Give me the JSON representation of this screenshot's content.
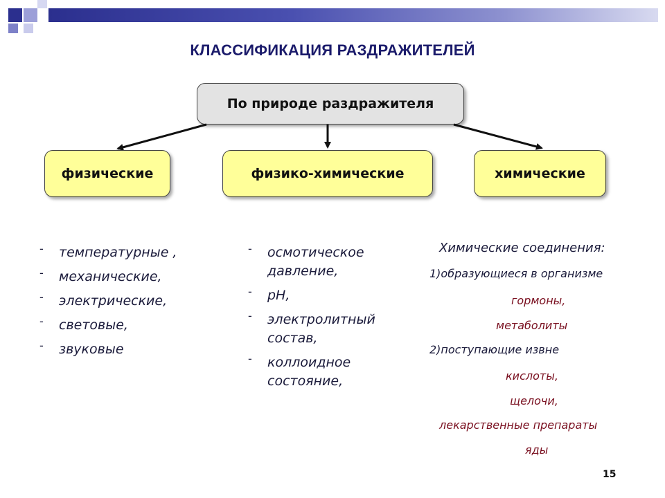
{
  "title": "КЛАССИФИКАЦИЯ РАЗДРАЖИТЕЛЕЙ",
  "root": {
    "label": "По природе раздражителя"
  },
  "categories": [
    {
      "label": "физические"
    },
    {
      "label": "физико-химические"
    },
    {
      "label": "химические"
    }
  ],
  "physical_list": {
    "items": [
      {
        "dash": "-",
        "text": "температурные ,"
      },
      {
        "dash": "-",
        "text": "механические,"
      },
      {
        "dash": "-",
        "text": "электрические,"
      },
      {
        "dash": "-",
        "text": "световые,"
      },
      {
        "dash": "-",
        "text": "звуковые"
      }
    ]
  },
  "physchem_list": {
    "items": [
      {
        "dash": "-",
        "text": "осмотическое давление,"
      },
      {
        "dash": "-",
        "text": "рН,"
      },
      {
        "dash": "-",
        "text": "электролитный состав,"
      },
      {
        "dash": "-",
        "text": "коллоидное состояние,"
      }
    ]
  },
  "chemical_list": {
    "heading": "Химические соединения:",
    "group1": "1)образующиеся в организме",
    "group1_items": [
      "гормоны,",
      "метаболиты"
    ],
    "group2": "2)поступающие извне",
    "group2_items": [
      "кислоты,",
      "щелочи,",
      "лекарственные препараты",
      "яды"
    ]
  },
  "page_number": "15",
  "colors": {
    "header_bar": "#2b2f8e",
    "title": "#1b1b6b",
    "root_fill": "#e3e3e3",
    "category_fill": "#ffff99",
    "chem_item_text": "#7a1020"
  }
}
